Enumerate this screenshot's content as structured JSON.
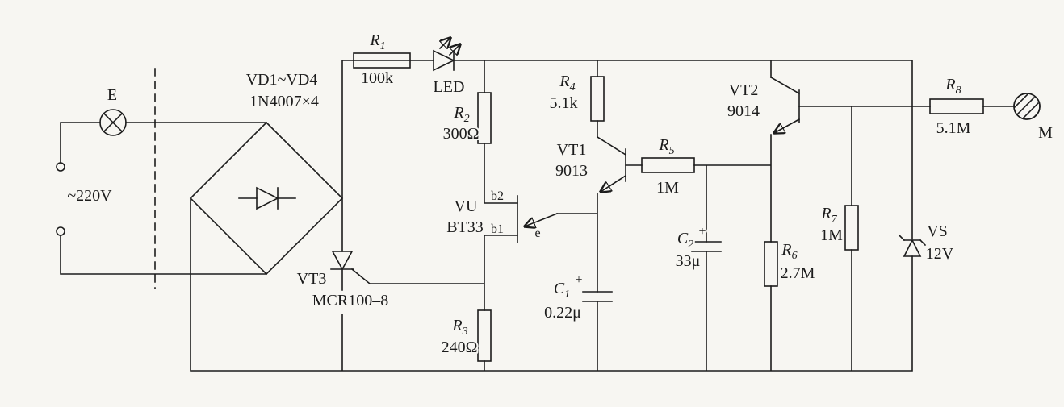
{
  "components": {
    "source": {
      "label": "~220V"
    },
    "lamp": {
      "label": "E"
    },
    "bridge": {
      "designator": "VD1~VD4",
      "part": "1N4007×4"
    },
    "r1": {
      "letter": "R",
      "sub": "1",
      "value": "100k"
    },
    "led": {
      "label": "LED"
    },
    "r2": {
      "letter": "R",
      "sub": "2",
      "value": "300Ω"
    },
    "ujt": {
      "designator": "VU",
      "part": "BT33",
      "base2": "b2",
      "base1": "b1",
      "emitter": "e"
    },
    "scr": {
      "designator": "VT3",
      "part": "MCR100–8"
    },
    "r3": {
      "letter": "R",
      "sub": "3",
      "value": "240Ω"
    },
    "r4": {
      "letter": "R",
      "sub": "4",
      "value": "5.1k"
    },
    "vt1": {
      "designator": "VT1",
      "part": "9013"
    },
    "r5": {
      "letter": "R",
      "sub": "5",
      "value": "1M"
    },
    "c1": {
      "letter": "C",
      "sub": "1",
      "value": "0.22μ",
      "polarity": "+"
    },
    "c2": {
      "letter": "C",
      "sub": "2",
      "value": "33μ",
      "polarity": "+"
    },
    "vt2": {
      "designator": "VT2",
      "part": "9014"
    },
    "r6": {
      "letter": "R",
      "sub": "6",
      "value": "2.7M"
    },
    "r7": {
      "letter": "R",
      "sub": "7",
      "value": "1M"
    },
    "vs": {
      "designator": "VS",
      "value": "12V"
    },
    "r8": {
      "letter": "R",
      "sub": "8",
      "value": "5.1M"
    },
    "touch_plate": {
      "label": "M"
    }
  },
  "colors": {
    "ink": "#1c1c1c",
    "paper": "#f7f6f2"
  }
}
